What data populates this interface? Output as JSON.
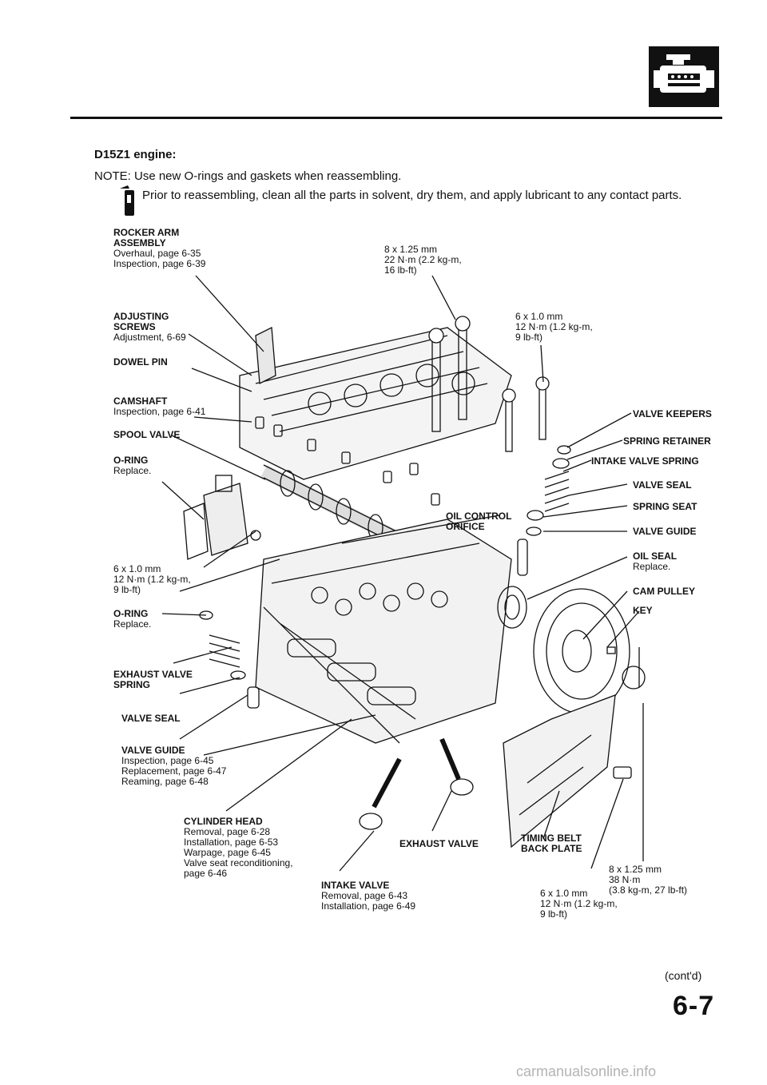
{
  "section_icon": "engine-icon",
  "heading": "D15Z1 engine:",
  "note": {
    "line1": "NOTE:  Use new O-rings and gaskets when reassembling.",
    "line2": "Prior to reassembling, clean all the parts in solvent, dry them, and apply lubricant to any contact parts.",
    "icon": "oil-can-icon"
  },
  "labels": {
    "rocker_arm": {
      "title1": "ROCKER ARM",
      "title2": "ASSEMBLY",
      "sub1": "Overhaul, page 6-35",
      "sub2": "Inspection, page 6-39"
    },
    "bolt_8x125_top": {
      "l1": "8 x 1.25 mm",
      "l2": "22 N·m (2.2 kg-m,",
      "l3": "16 lb-ft)"
    },
    "adjusting_screws": {
      "title1": "ADJUSTING",
      "title2": "SCREWS",
      "sub1": "Adjustment, 6-69"
    },
    "bolt_6x10_top": {
      "l1": "6 x 1.0 mm",
      "l2": "12 N·m (1.2 kg-m,",
      "l3": "9 lb-ft)"
    },
    "dowel_pin": {
      "title": "DOWEL PIN"
    },
    "camshaft": {
      "title": "CAMSHAFT",
      "sub1": "Inspection, page 6-41"
    },
    "valve_keepers": {
      "title": "VALVE KEEPERS"
    },
    "spool_valve": {
      "title": "SPOOL VALVE"
    },
    "spring_retainer": {
      "title": "SPRING RETAINER"
    },
    "oring_top": {
      "title": "O-RING",
      "sub1": "Replace."
    },
    "intake_valve_spring": {
      "title": "INTAKE VALVE SPRING"
    },
    "valve_seal_r": {
      "title": "VALVE SEAL"
    },
    "spring_seat": {
      "title": "SPRING SEAT"
    },
    "oil_control_orifice": {
      "title1": "OIL CONTROL",
      "title2": "ORIFICE"
    },
    "valve_guide_r": {
      "title": "VALVE GUIDE"
    },
    "bolt_6x10_left": {
      "l1": "6 x 1.0 mm",
      "l2": "12 N·m (1.2 kg-m,",
      "l3": "9 lb-ft)"
    },
    "oil_seal": {
      "title": "OIL SEAL",
      "sub1": "Replace."
    },
    "cam_pulley": {
      "title": "CAM PULLEY"
    },
    "oring_left": {
      "title": "O-RING",
      "sub1": "Replace."
    },
    "key": {
      "title": "KEY"
    },
    "exhaust_valve_spring": {
      "title1": "EXHAUST VALVE",
      "title2": "SPRING"
    },
    "valve_seal_l": {
      "title": "VALVE SEAL"
    },
    "valve_guide_l": {
      "title": "VALVE GUIDE",
      "sub1": "Inspection, page 6-45",
      "sub2": "Replacement, page 6-47",
      "sub3": "Reaming, page 6-48"
    },
    "cylinder_head": {
      "title": "CYLINDER HEAD",
      "sub1": "Removal, page 6-28",
      "sub2": "Installation, page 6-53",
      "sub3": "Warpage, page 6-45",
      "sub4": "Valve seat reconditioning,",
      "sub5": "page 6-46"
    },
    "exhaust_valve": {
      "title": "EXHAUST VALVE"
    },
    "timing_belt_back_plate": {
      "title1": "TIMING BELT",
      "title2": "BACK PLATE"
    },
    "bolt_8x125_bottom": {
      "l1": "8 x 1.25 mm",
      "l2": "38 N·m",
      "l3": "(3.8 kg-m, 27 lb-ft)"
    },
    "intake_valve": {
      "title": "INTAKE VALVE",
      "sub1": "Removal, page 6-43",
      "sub2": "Installation, page 6-49"
    },
    "bolt_6x10_bottom": {
      "l1": "6 x 1.0 mm",
      "l2": "12 N·m (1.2 kg-m,",
      "l3": "9 lb-ft)"
    }
  },
  "footer": {
    "contd": "(cont'd)",
    "page_number": "6-7"
  },
  "watermark": "carmanualsonline.info"
}
